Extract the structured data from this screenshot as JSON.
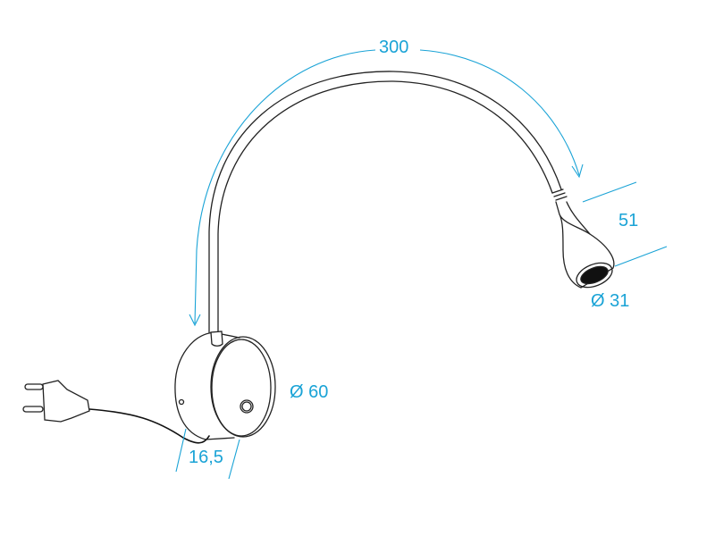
{
  "dimensions": {
    "arm_length": "300",
    "head_length": "51",
    "head_diameter": "Ø 31",
    "base_diameter": "Ø 60",
    "base_depth": "16,5"
  },
  "colors": {
    "dimension": "#1aa3d6",
    "outline": "#1a1a1a"
  }
}
